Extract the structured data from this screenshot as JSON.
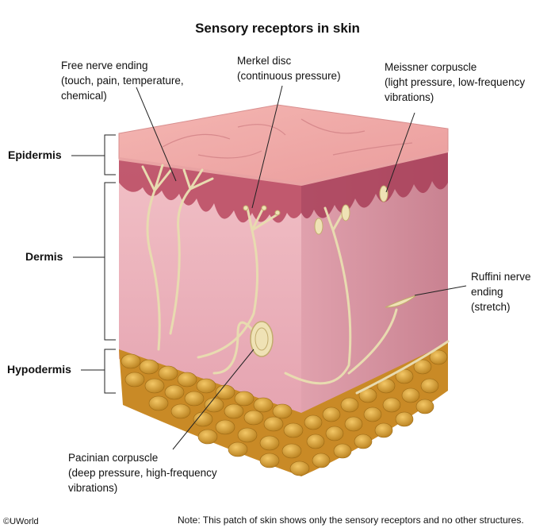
{
  "title": "Sensory receptors in skin",
  "labels": {
    "free_nerve": [
      "Free nerve ending",
      "(touch, pain, temperature,",
      "chemical)"
    ],
    "merkel": [
      "Merkel disc",
      "(continuous pressure)"
    ],
    "meissner": [
      "Meissner corpuscle",
      "(light pressure, low-frequency",
      "vibrations)"
    ],
    "ruffini": [
      "Ruffini nerve",
      "ending",
      "(stretch)"
    ],
    "pacinian": [
      "Pacinian corpuscle",
      "(deep pressure, high-frequency",
      "vibrations)"
    ]
  },
  "layers": {
    "epidermis": "Epidermis",
    "dermis": "Dermis",
    "hypodermis": "Hypodermis"
  },
  "footer": {
    "copyright": "©UWorld",
    "note": "Note: This patch of skin shows only the sensory receptors and no other structures."
  },
  "colors": {
    "skin_top": "#f0a6a4",
    "epidermis_edge": "#c55a6e",
    "dermis_front": "#e7a9b4",
    "dermis_side": "#d996a3",
    "fat": "#d49a36",
    "nerve": "#e9dcb0"
  }
}
